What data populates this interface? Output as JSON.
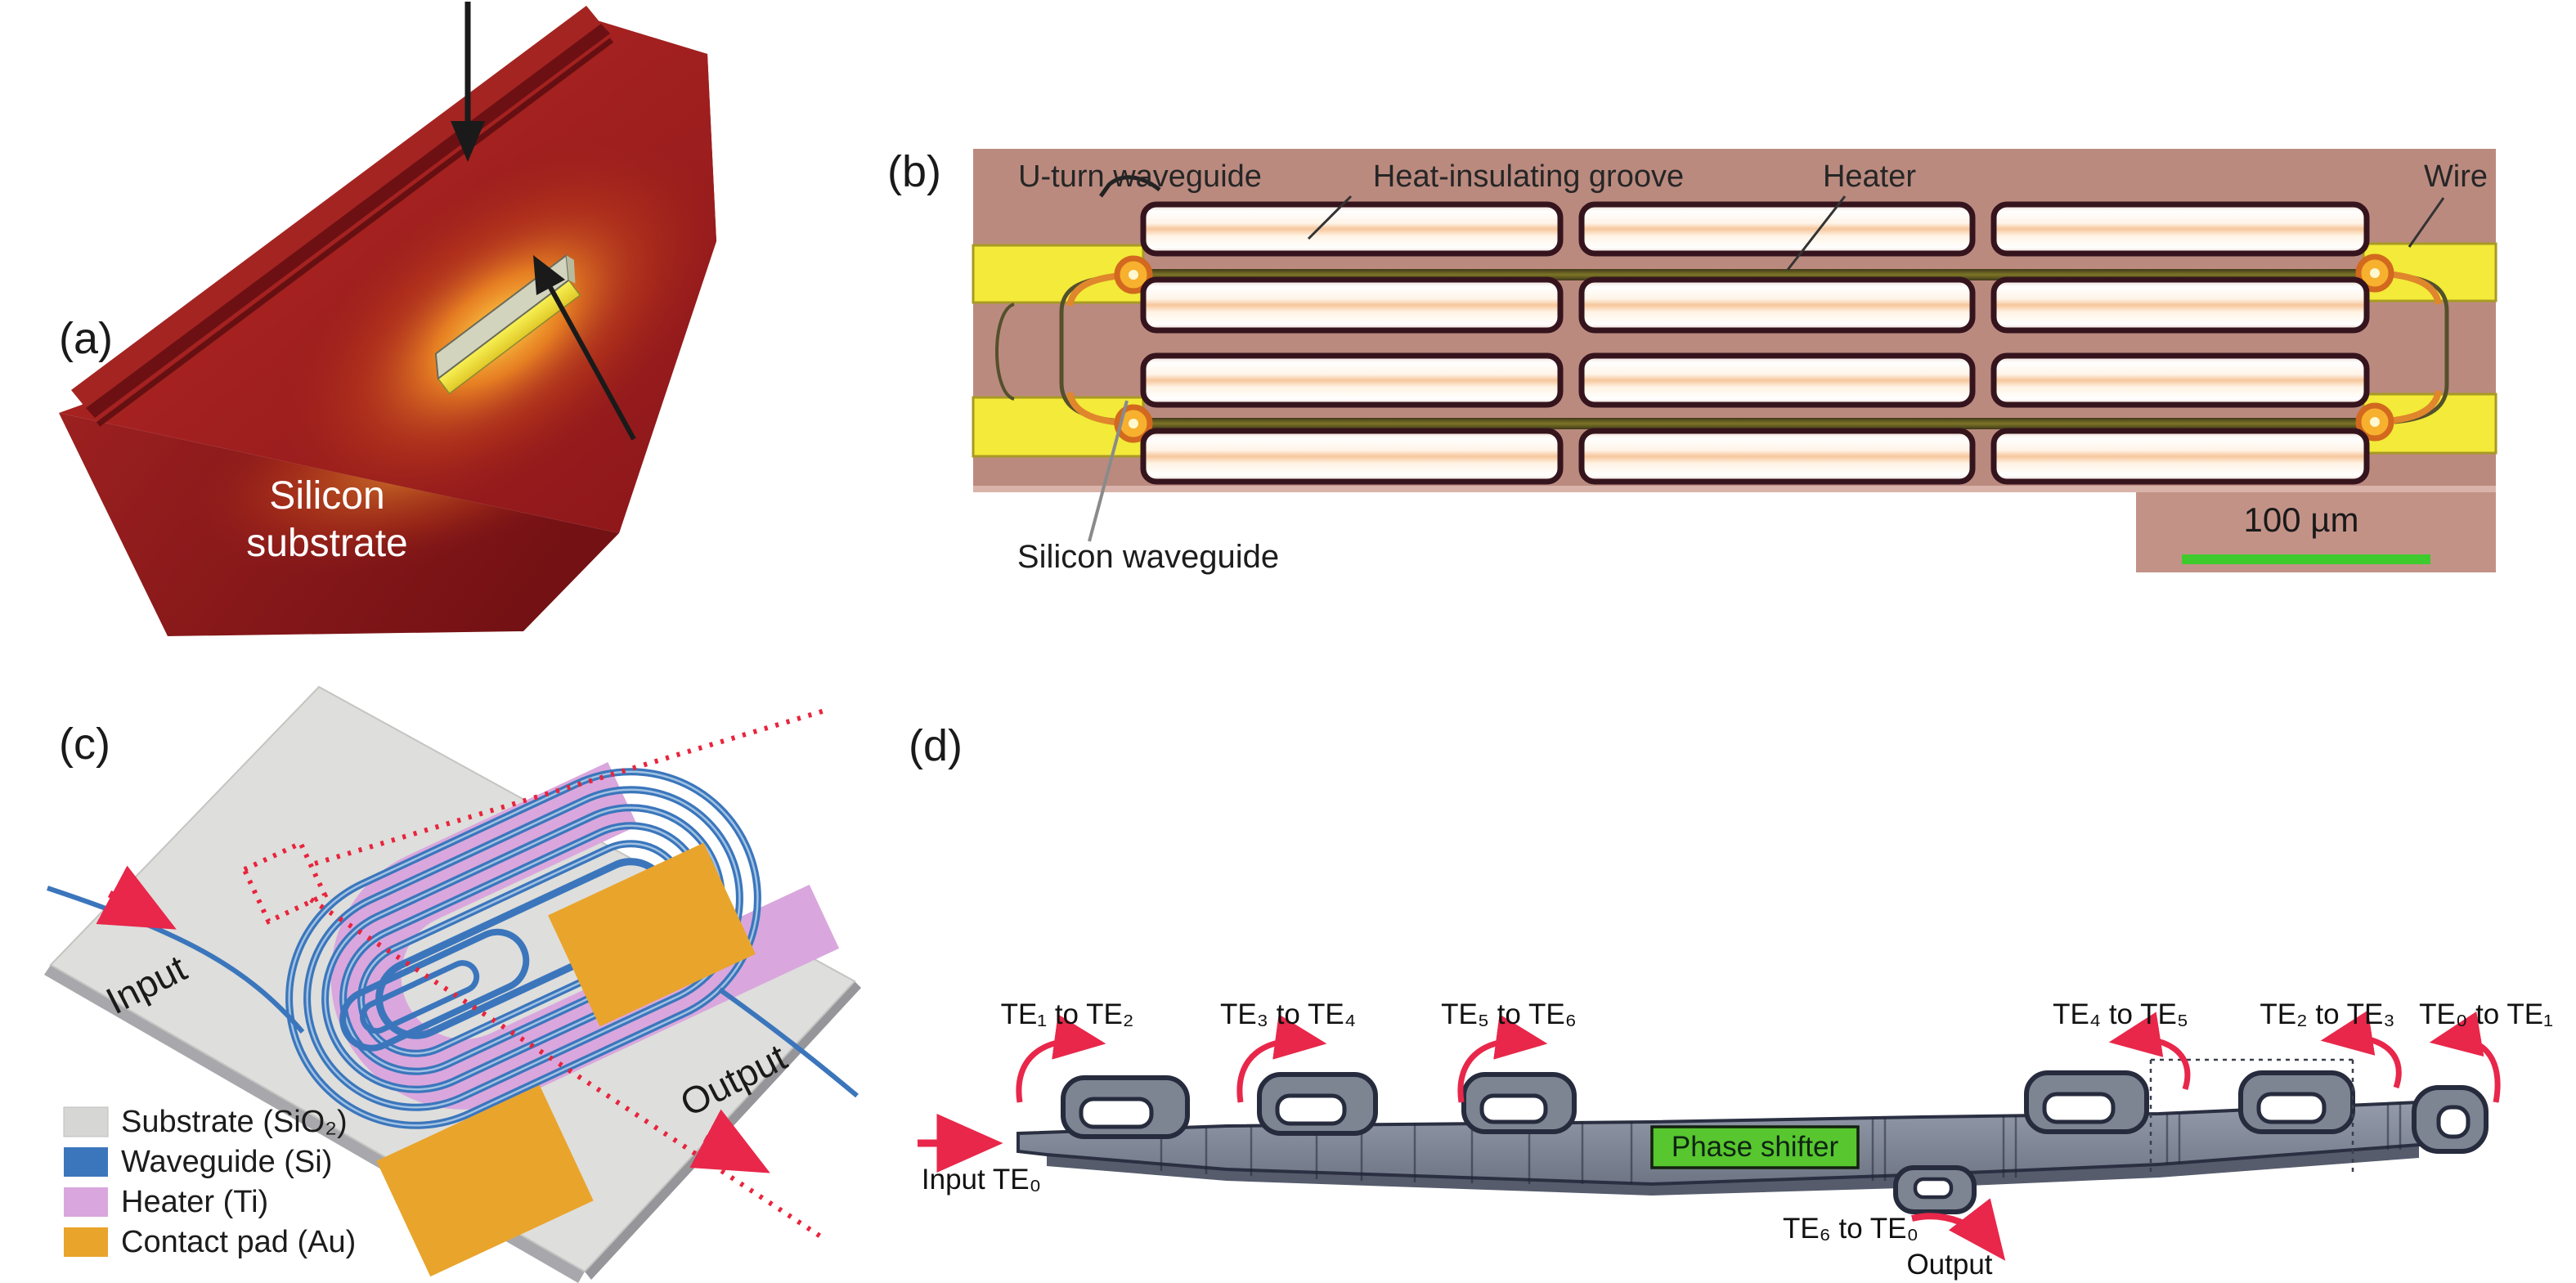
{
  "figure": {
    "panel_a": {
      "label": "(a)",
      "substrate_line1": "Silicon",
      "substrate_line2": "substrate"
    },
    "panel_b": {
      "label": "(b)",
      "ann_u_turn": "U-turn waveguide",
      "ann_groove": "Heat-insulating groove",
      "ann_heater": "Heater",
      "ann_wire": "Wire",
      "ann_si_waveguide": "Silicon waveguide",
      "scale_bar": "100 µm"
    },
    "panel_c": {
      "label": "(c)",
      "input": "Input",
      "output": "Output",
      "legend": [
        {
          "label": "Substrate (SiO₂)",
          "color": "#d6d6d4"
        },
        {
          "label": "Waveguide (Si)",
          "color": "#3b76bc"
        },
        {
          "label": "Heater (Ti)",
          "color": "#d9a7dd"
        },
        {
          "label": "Contact pad (Au)",
          "color": "#e9a42c"
        }
      ]
    },
    "panel_d": {
      "label": "(d)",
      "input": "Input TE₀",
      "phase_shifter": "Phase shifter",
      "converters_left": [
        "TE₁ to TE₂",
        "TE₃ to TE₄",
        "TE₅ to TE₆"
      ],
      "converters_right": [
        "TE₄ to TE₅",
        "TE₂ to TE₃",
        "TE₀ to TE₁"
      ],
      "drop_converter": "TE₆ to TE₀",
      "output": "Output"
    },
    "palette": {
      "substrate_red": "#8c161a",
      "micrograph_background": "#bb8a7f",
      "wire_yellow": "#f3ea39",
      "scale_bar_green": "#3fca2e",
      "arrow_red": "#e8274a",
      "phase_shifter_green": "#57c62f",
      "device_gray": "#7d8492"
    }
  }
}
